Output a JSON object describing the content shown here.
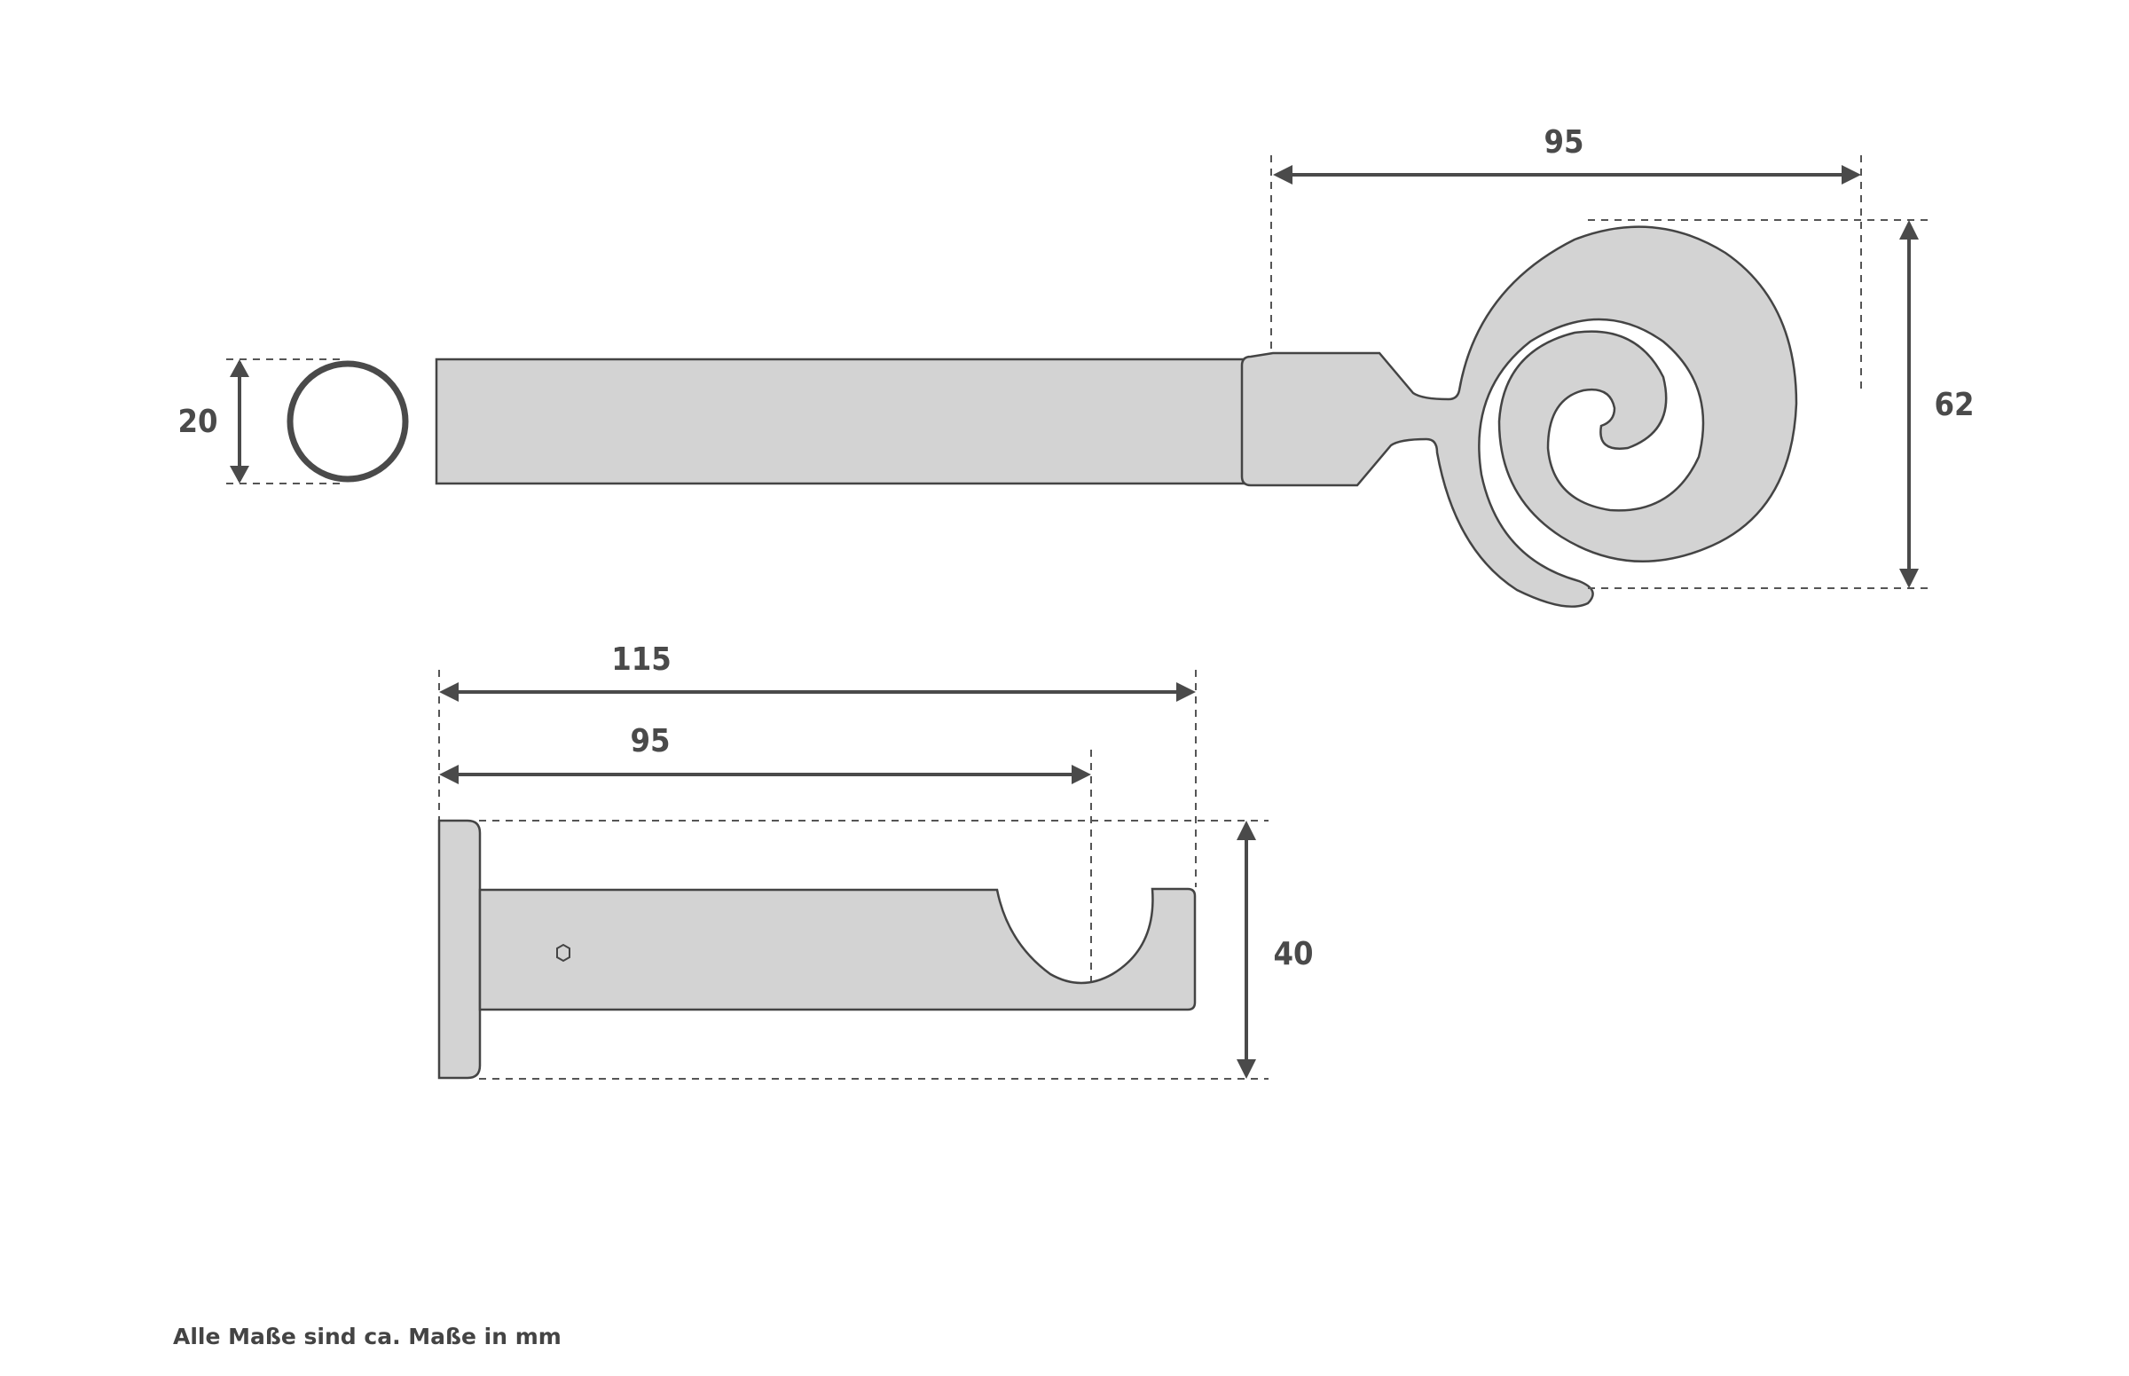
{
  "diagram": {
    "rod_end_view": {
      "diameter_label": "20"
    },
    "finial": {
      "length_label": "95",
      "height_label": "62"
    },
    "bracket": {
      "total_length_label": "115",
      "rod_distance_label": "95",
      "height_label": "40"
    },
    "footer": {
      "note": "Alle Maße sind ca. Maße in mm"
    },
    "colors": {
      "part_fill": "#d3d3d3",
      "outline": "#444444",
      "dimension": "#4a4a4a"
    }
  }
}
